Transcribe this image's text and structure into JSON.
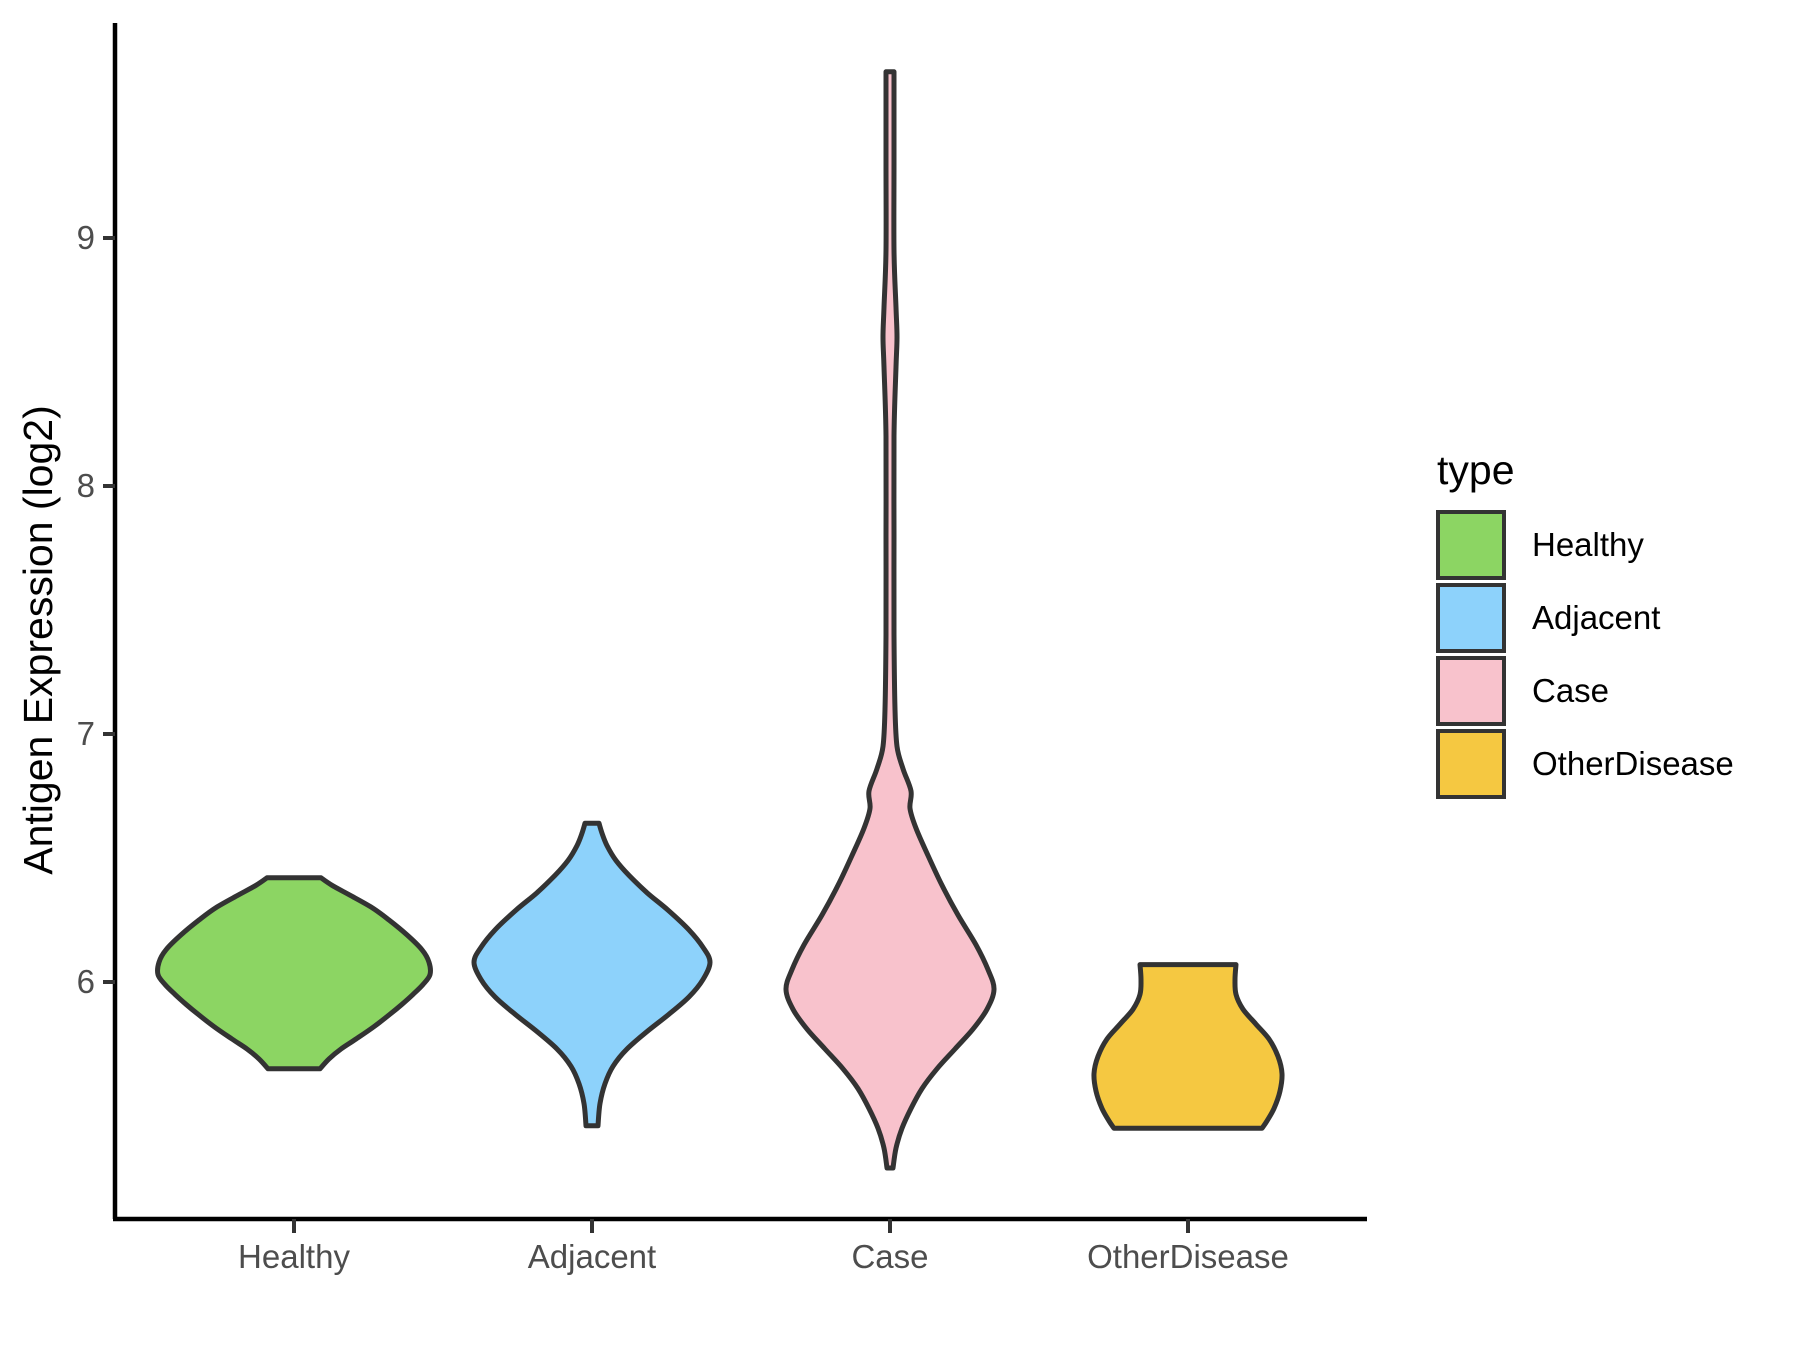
{
  "chart_data": {
    "type": "violin",
    "title": "",
    "xlabel": "",
    "ylabel": "Antigen Expression (log2)",
    "categories": [
      "Healthy",
      "Adjacent",
      "Case",
      "OtherDisease"
    ],
    "y_ticks": [
      "6",
      "7",
      "8",
      "9"
    ],
    "y_tick_values": [
      6,
      7,
      8,
      9
    ],
    "ylim": [
      5.04,
      9.87
    ],
    "grid": false,
    "legend": {
      "title": "type",
      "position": "right",
      "entries": [
        {
          "label": "Healthy",
          "color": "#8CD563"
        },
        {
          "label": "Adjacent",
          "color": "#8DD2FB"
        },
        {
          "label": "Case",
          "color": "#F8C2CC"
        },
        {
          "label": "OtherDisease",
          "color": "#F5C841"
        }
      ]
    },
    "colors": {
      "violin_outline": "#333333",
      "axis_line": "#000000",
      "tick_mark": "#333333",
      "tick_label": "#4D4D4D",
      "axis_title": "#000000",
      "legend_text": "#000000"
    },
    "series": [
      {
        "name": "Healthy",
        "fill": "#8CD563",
        "value_range": [
          5.65,
          6.42
        ],
        "peak_value": 6.05,
        "trimmed_flat_top": true,
        "trimmed_flat_bottom": true,
        "profile": [
          [
            6.42,
            27
          ],
          [
            6.39,
            38
          ],
          [
            6.35,
            56
          ],
          [
            6.3,
            78
          ],
          [
            6.25,
            95
          ],
          [
            6.19,
            113
          ],
          [
            6.13,
            128
          ],
          [
            6.08,
            135
          ],
          [
            6.03,
            136
          ],
          [
            5.99,
            129
          ],
          [
            5.95,
            119
          ],
          [
            5.91,
            108
          ],
          [
            5.87,
            96
          ],
          [
            5.82,
            80
          ],
          [
            5.77,
            62
          ],
          [
            5.73,
            47
          ],
          [
            5.69,
            35
          ],
          [
            5.65,
            26
          ]
        ]
      },
      {
        "name": "Adjacent",
        "fill": "#8DD2FB",
        "value_range": [
          5.42,
          6.64
        ],
        "peak_value": 6.08,
        "trimmed_flat_top": false,
        "trimmed_flat_bottom": false,
        "profile": [
          [
            6.64,
            7
          ],
          [
            6.6,
            10
          ],
          [
            6.55,
            15
          ],
          [
            6.49,
            24
          ],
          [
            6.43,
            37
          ],
          [
            6.36,
            55
          ],
          [
            6.29,
            76
          ],
          [
            6.21,
            97
          ],
          [
            6.14,
            111
          ],
          [
            6.08,
            118
          ],
          [
            6.01,
            111
          ],
          [
            5.94,
            97
          ],
          [
            5.87,
            77
          ],
          [
            5.8,
            55
          ],
          [
            5.73,
            35
          ],
          [
            5.66,
            21
          ],
          [
            5.59,
            13
          ],
          [
            5.51,
            8
          ],
          [
            5.42,
            6
          ]
        ]
      },
      {
        "name": "Case",
        "fill": "#F8C2CC",
        "value_range": [
          5.25,
          9.67
        ],
        "peak_value": 5.97,
        "trimmed_flat_top": false,
        "trimmed_flat_bottom": false,
        "profile": [
          [
            9.67,
            4
          ],
          [
            9.3,
            4
          ],
          [
            8.95,
            4
          ],
          [
            8.72,
            6
          ],
          [
            8.6,
            7
          ],
          [
            8.48,
            6
          ],
          [
            8.2,
            4
          ],
          [
            7.8,
            4
          ],
          [
            7.4,
            4
          ],
          [
            7.1,
            5
          ],
          [
            6.95,
            7
          ],
          [
            6.86,
            13
          ],
          [
            6.77,
            21
          ],
          [
            6.7,
            20
          ],
          [
            6.62,
            26
          ],
          [
            6.51,
            38
          ],
          [
            6.39,
            52
          ],
          [
            6.27,
            68
          ],
          [
            6.15,
            86
          ],
          [
            6.05,
            98
          ],
          [
            5.97,
            104
          ],
          [
            5.89,
            97
          ],
          [
            5.81,
            83
          ],
          [
            5.73,
            65
          ],
          [
            5.65,
            47
          ],
          [
            5.57,
            32
          ],
          [
            5.49,
            21
          ],
          [
            5.41,
            12
          ],
          [
            5.33,
            6
          ],
          [
            5.25,
            3
          ]
        ]
      },
      {
        "name": "OtherDisease",
        "fill": "#F5C841",
        "value_range": [
          5.41,
          6.07
        ],
        "peak_value": 5.63,
        "trimmed_flat_top": true,
        "trimmed_flat_bottom": true,
        "profile": [
          [
            6.07,
            48
          ],
          [
            6.01,
            47
          ],
          [
            5.95,
            48
          ],
          [
            5.89,
            55
          ],
          [
            5.83,
            68
          ],
          [
            5.77,
            81
          ],
          [
            5.7,
            90
          ],
          [
            5.63,
            94
          ],
          [
            5.56,
            92
          ],
          [
            5.49,
            86
          ],
          [
            5.44,
            79
          ],
          [
            5.41,
            74
          ]
        ]
      }
    ]
  }
}
